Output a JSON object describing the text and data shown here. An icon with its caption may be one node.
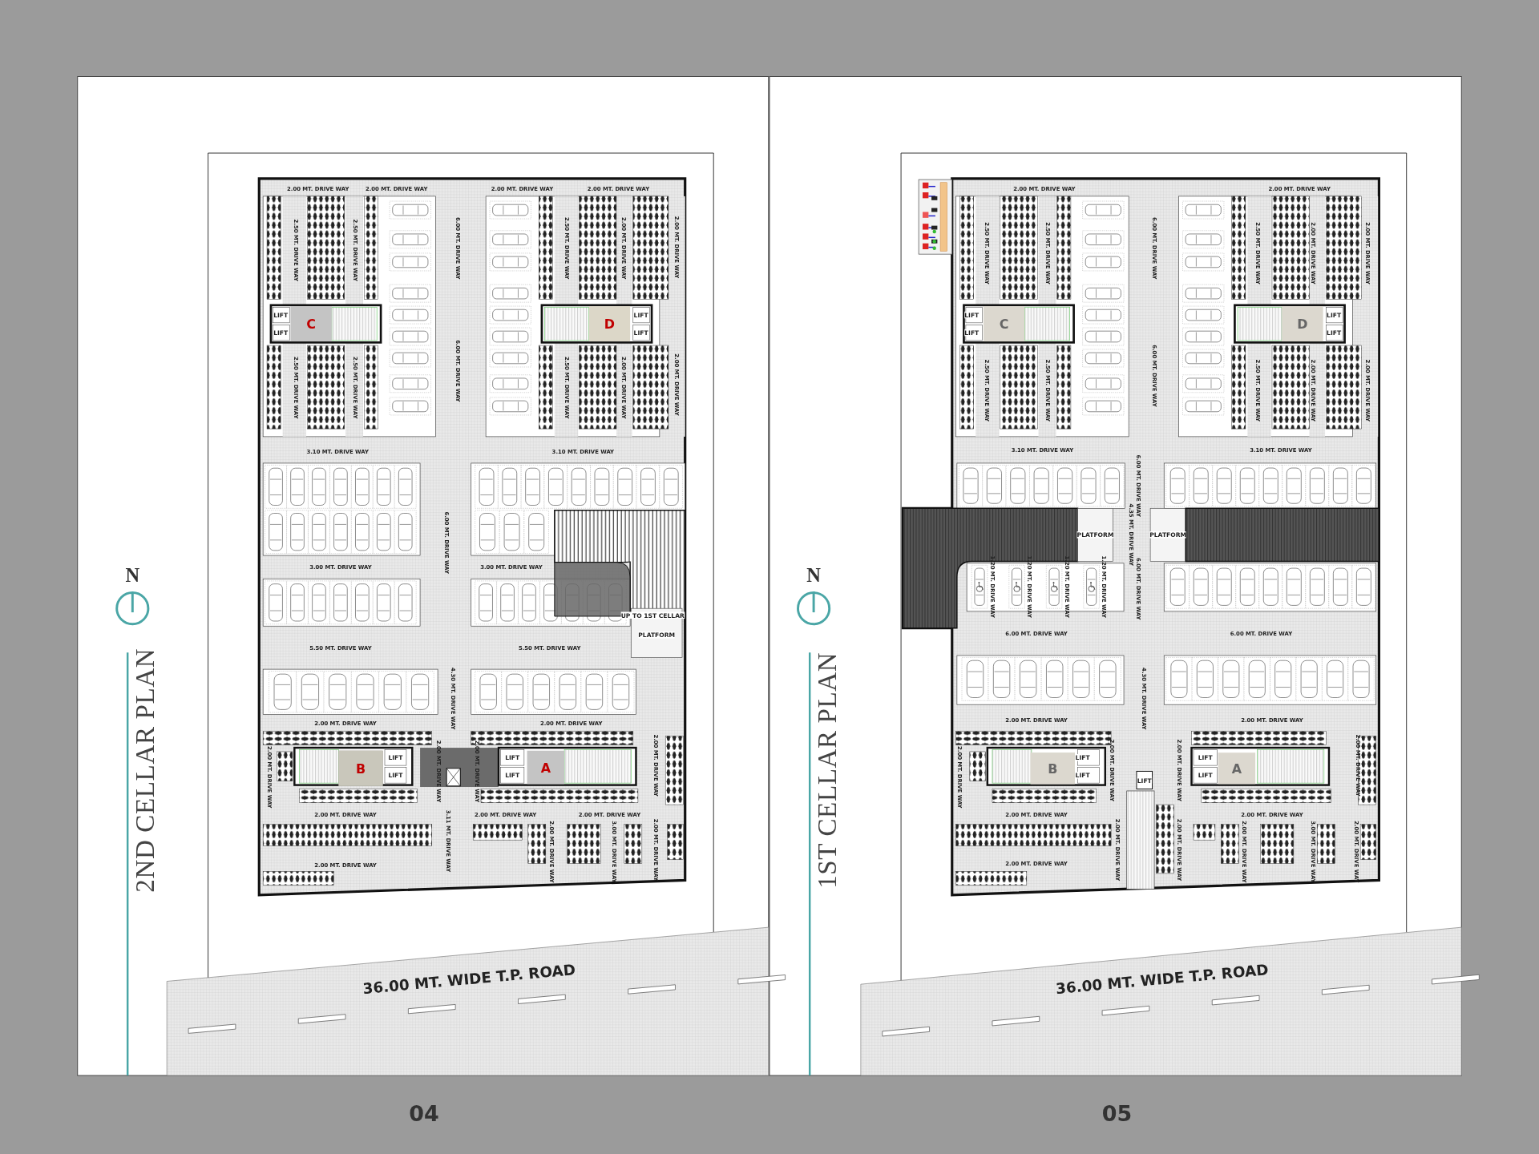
{
  "diagram": {
    "nodes": [
      {
        "text": [
          "C"
        ]
      },
      {
        "text": [
          "D"
        ]
      },
      {
        "text": [
          "B"
        ]
      },
      {
        "text": [
          "A"
        ]
      },
      {
        "text": [
          "C"
        ]
      },
      {
        "text": [
          "D"
        ]
      },
      {
        "text": [
          "B"
        ]
      },
      {
        "text": [
          "A"
        ]
      }
    ],
    "labels": [
      "2.00 MT. DRIVE WAY",
      "2.00 MT. DRIVE WAY",
      "2.00 MT. DRIVE WAY",
      "2.00 MT. DRIVE WAY",
      "2.50 MT. DRIVE WAY",
      "2.50 MT. DRIVE WAY",
      "6.00 MT. DRIVE WAY",
      "2.50 MT. DRIVE WAY",
      "2.00 MT. DRIVE WAY",
      "2.00 MT. DRIVE WAY",
      "LIFT",
      "LIFT",
      "LIFT",
      "LIFT",
      "2.50 MT. DRIVE WAY",
      "2.50 MT. DRIVE WAY",
      "6.00 MT. DRIVE WAY",
      "2.50 MT. DRIVE WAY",
      "2.00 MT. DRIVE WAY",
      "2.00 MT. DRIVE WAY",
      "3.10 MT. DRIVE WAY",
      "3.10 MT. DRIVE WAY",
      "6.00 MT. DRIVE WAY",
      "3.00 MT. DRIVE WAY",
      "3.00 MT. DRIVE WAY",
      "UP TO 1ST CELLAR",
      "PLATFORM",
      "5.50 MT. DRIVE WAY",
      "5.50 MT. DRIVE WAY",
      "4.30 MT. DRIVE WAY",
      "2.00 MT. DRIVE WAY",
      "2.00 MT. DRIVE WAY",
      "2.00 MT. DRIVE WAY",
      "LIFT",
      "LIFT",
      "2.00 MT. DRIVE WAY",
      "2.00 MT. DRIVE WAY",
      "LIFT",
      "LIFT",
      "2.00 MT. DRIVE WAY",
      "2.00 MT. DRIVE WAY",
      "3.11 MT. DRIVE WAY",
      "2.00 MT. DRIVE WAY",
      "2.00 MT. DRIVE WAY",
      "2.00 MT. DRIVE WAY",
      "3.00 MT. DRIVE WAY",
      "2.00 MT. DRIVE WAY",
      "2.00 MT. DRIVE WAY",
      "N",
      "2ND CELLAR PLAN",
      "36.00 MT. WIDE T.P. ROAD",
      "04",
      "2.00 MT. DRIVE WAY",
      "2.00 MT. DRIVE WAY",
      "2.50 MT. DRIVE WAY",
      "2.50 MT. DRIVE WAY",
      "6.00 MT. DRIVE WAY",
      "2.50 MT. DRIVE WAY",
      "2.00 MT. DRIVE WAY",
      "2.00 MT. DRIVE WAY",
      "LIFT",
      "LIFT",
      "LIFT",
      "LIFT",
      "2.50 MT. DRIVE WAY",
      "2.50 MT. DRIVE WAY",
      "6.00 MT. DRIVE WAY",
      "2.50 MT. DRIVE WAY",
      "2.00 MT. DRIVE WAY",
      "2.00 MT. DRIVE WAY",
      "3.10 MT. DRIVE WAY",
      "3.10 MT. DRIVE WAY",
      "6.00 MT. DRIVE WAY",
      "PLATFORM",
      "4.35 MT. DRIVE WAY",
      "PLATFORM",
      "1.20 MT. DRIVE WAY",
      "1.20 MT. DRIVE WAY",
      "1.20 MT. DRIVE WAY",
      "1.20 MT. DRIVE WAY",
      "6.00 MT. DRIVE WAY",
      "6.00 MT. DRIVE WAY",
      "6.00 MT. DRIVE WAY",
      "4.30 MT. DRIVE WAY",
      "2.00 MT. DRIVE WAY",
      "2.00 MT. DRIVE WAY",
      "2.00 MT. DRIVE WAY",
      "LIFT",
      "LIFT",
      "2.00 MT. DRIVE WAY",
      "LIFT",
      "2.00 MT. DRIVE WAY",
      "LIFT",
      "LIFT",
      "2.00 MT. DRIVE WAY",
      "2.00 MT. DRIVE WAY",
      "2.00 MT. DRIVE WAY",
      "2.00 MT. DRIVE WAY",
      "2.00 MT. DRIVE WAY",
      "2.00 MT. DRIVE WAY",
      "3.00 MT. DRIVE WAY",
      "2.00 MT. DRIVE WAY",
      "2.00 MT. DRIVE WAY",
      "N",
      "1ST CELLAR PLAN",
      "36.00 MT. WIDE T.P. ROAD",
      "05"
    ]
  }
}
